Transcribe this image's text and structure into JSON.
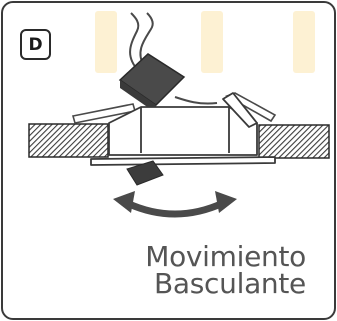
{
  "badge": {
    "letter": "D"
  },
  "caption": {
    "line1": "Movimiento",
    "line2": "Basculante"
  },
  "icons": {
    "illustration": "tilting-downlight-diagram",
    "arrow": "tilt-double-arrow-icon"
  },
  "colors": {
    "border": "#3a3a3a",
    "text": "#555555",
    "hatch": "#3c3c3c",
    "watermark": "#fbe7b6"
  }
}
